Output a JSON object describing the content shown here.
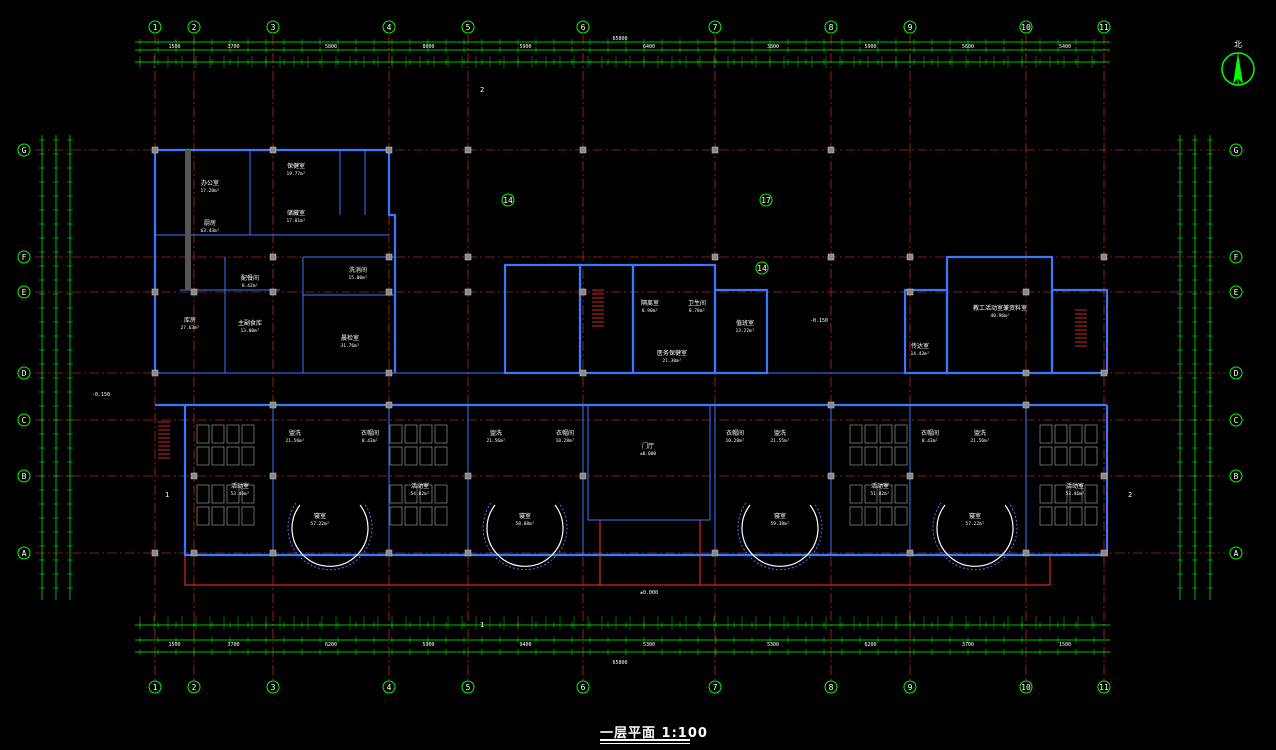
{
  "drawing": {
    "title": "一层平面 1:100",
    "north_label": "北",
    "total_dim": "65800",
    "col_labels": [
      "1",
      "2",
      "3",
      "4",
      "5",
      "6",
      "7",
      "8",
      "9",
      "10",
      "11"
    ],
    "row_labels": [
      "G",
      "F",
      "E",
      "D",
      "C",
      "B",
      "A"
    ],
    "top_dims": [
      "1500",
      "3700",
      "5800",
      "8000",
      "5900",
      "6400",
      "3800",
      "5900",
      "5600",
      "5400",
      "1500"
    ],
    "bottom_dims": [
      "1500",
      "3700",
      "6200",
      "5900",
      "9400",
      "5300",
      "5300",
      "6200",
      "3700",
      "1500"
    ],
    "aux_labels": [
      "14",
      "17",
      "14"
    ],
    "levels": [
      "-0.150",
      "±0.000",
      "-0.150"
    ],
    "cut_marks": [
      "2",
      "1"
    ],
    "rooms": [
      {
        "name": "办公室",
        "area": "17.28m²"
      },
      {
        "name": "保健室",
        "area": "19.77m²"
      },
      {
        "name": "储藏室",
        "area": "17.01m²"
      },
      {
        "name": "厨房",
        "area": "63.43m²"
      },
      {
        "name": "洗消间",
        "area": "15.00m²"
      },
      {
        "name": "配餐间",
        "area": "8.42m²"
      },
      {
        "name": "库房",
        "area": "27.63m²"
      },
      {
        "name": "主副食库",
        "area": "13.00m²"
      },
      {
        "name": "晨检室",
        "area": "31.76m²"
      },
      {
        "name": "隔离室",
        "area": "8.90m²"
      },
      {
        "name": "卫生间",
        "area": "8.78m²"
      },
      {
        "name": "医务保健室",
        "area": "21.30m²"
      },
      {
        "name": "值班室",
        "area": "13.22m²"
      },
      {
        "name": "门厅",
        "area": "±0.000"
      },
      {
        "name": "传达室",
        "area": "14.43m²"
      },
      {
        "name": "教工活动室兼资料室",
        "area": "40.96m²"
      },
      {
        "name": "活动室",
        "area": "53.46m²"
      },
      {
        "name": "盥洗",
        "area": "21.56m²"
      },
      {
        "name": "衣帽间",
        "area": "8.43m²"
      },
      {
        "name": "寝室",
        "area": "57.22m²"
      },
      {
        "name": "活动室",
        "area": "54.82m²"
      },
      {
        "name": "盥洗",
        "area": "21.56m²"
      },
      {
        "name": "衣帽间",
        "area": "10.28m²"
      },
      {
        "name": "寝室",
        "area": "58.88m²"
      },
      {
        "name": "衣帽间",
        "area": "10.28m²"
      },
      {
        "name": "盥洗",
        "area": "21.55m²"
      },
      {
        "name": "寝室",
        "area": "59.38m²"
      },
      {
        "name": "活动室",
        "area": "51.82m²"
      },
      {
        "name": "衣帽间",
        "area": "8.43m²"
      },
      {
        "name": "盥洗",
        "area": "21.56m²"
      },
      {
        "name": "寝室",
        "area": "57.22m²"
      },
      {
        "name": "活动室",
        "area": "53.46m²"
      }
    ]
  }
}
